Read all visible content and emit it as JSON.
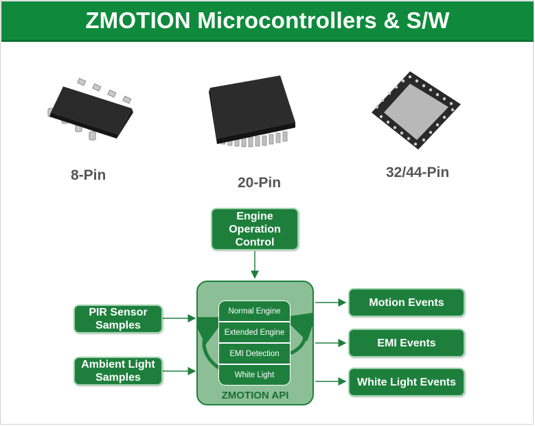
{
  "title": "ZMOTION Microcontrollers & S/W",
  "packages": [
    {
      "label": "8-Pin",
      "icon": "soic-8-chip-icon"
    },
    {
      "label": "20-Pin",
      "icon": "soic-20-chip-icon"
    },
    {
      "label": "32/44-Pin",
      "icon": "qfn-chip-icon"
    }
  ],
  "diagram": {
    "control_input": "Engine Operation Control",
    "inputs": [
      "PIR Sensor Samples",
      "Ambient Light Samples"
    ],
    "api_label": "ZMOTION API",
    "api_blocks": [
      "Normal Engine",
      "Extended Engine",
      "EMI Detection",
      "White Light"
    ],
    "outputs": [
      "Motion Events",
      "EMI Events",
      "White Light Events"
    ]
  },
  "colors": {
    "brand_green": "#0f8a3c",
    "box_green": "#1e7f3d",
    "panel_green": "#8cbf96"
  }
}
